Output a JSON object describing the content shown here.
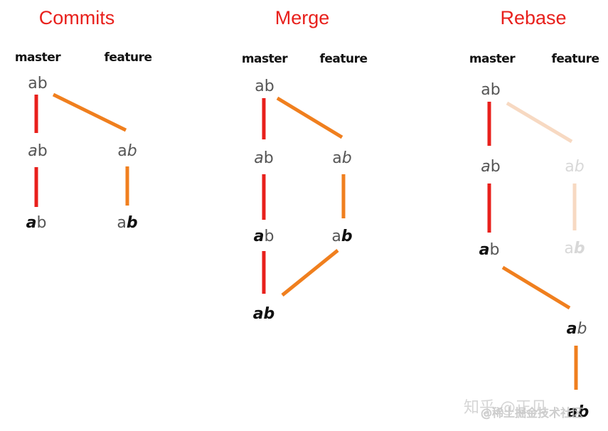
{
  "columns": [
    {
      "id": "commits",
      "title": "Commits",
      "branches": {
        "left": "master",
        "right": "feature"
      },
      "nodes": [
        {
          "id": "c1",
          "a": "a",
          "b": "b",
          "style": [
            "normal",
            "normal"
          ]
        },
        {
          "id": "c2",
          "a": "a",
          "b": "b",
          "style": [
            "italic",
            "normal"
          ]
        },
        {
          "id": "c3",
          "a": "a",
          "b": "b",
          "style": [
            "bold",
            "normal"
          ]
        },
        {
          "id": "c4",
          "a": "a",
          "b": "b",
          "style": [
            "normal",
            "italic"
          ]
        },
        {
          "id": "c5",
          "a": "a",
          "b": "b",
          "style": [
            "normal",
            "bold"
          ]
        }
      ]
    },
    {
      "id": "merge",
      "title": "Merge",
      "branches": {
        "left": "master",
        "right": "feature"
      },
      "nodes": [
        {
          "id": "m1",
          "a": "a",
          "b": "b",
          "style": [
            "normal",
            "normal"
          ]
        },
        {
          "id": "m2",
          "a": "a",
          "b": "b",
          "style": [
            "italic",
            "normal"
          ]
        },
        {
          "id": "m3",
          "a": "a",
          "b": "b",
          "style": [
            "bold",
            "normal"
          ]
        },
        {
          "id": "m4",
          "a": "a",
          "b": "b",
          "style": [
            "normal",
            "italic"
          ]
        },
        {
          "id": "m5",
          "a": "a",
          "b": "b",
          "style": [
            "normal",
            "bold"
          ]
        },
        {
          "id": "m6",
          "a": "a",
          "b": "b",
          "style": [
            "bold",
            "bold"
          ]
        }
      ]
    },
    {
      "id": "rebase",
      "title": "Rebase",
      "branches": {
        "left": "master",
        "right": "feature"
      },
      "nodes": [
        {
          "id": "r1",
          "a": "a",
          "b": "b",
          "style": [
            "normal",
            "normal"
          ]
        },
        {
          "id": "r2",
          "a": "a",
          "b": "b",
          "style": [
            "italic",
            "normal"
          ]
        },
        {
          "id": "r3",
          "a": "a",
          "b": "b",
          "style": [
            "bold",
            "normal"
          ]
        },
        {
          "id": "r4",
          "a": "a",
          "b": "b",
          "style": [
            "normal",
            "italic"
          ]
        },
        {
          "id": "r5",
          "a": "a",
          "b": "b",
          "style": [
            "normal",
            "bold"
          ]
        },
        {
          "id": "r6",
          "a": "a",
          "b": "b",
          "style": [
            "bold",
            "italic"
          ]
        },
        {
          "id": "r7",
          "a": "a",
          "b": "b",
          "style": [
            "bold",
            "bold"
          ]
        }
      ]
    }
  ],
  "colors": {
    "title": "#e8201c",
    "master_line": "#e8201c",
    "feature_line": "#f07f1e",
    "faded_line": "#f7d9c2",
    "faded_node": "#d8d8d8",
    "node_text": "#555555",
    "node_bold": "#111111"
  },
  "watermark": {
    "line1": "知乎 @正见",
    "line2": "@稀土掘金技术社区"
  }
}
